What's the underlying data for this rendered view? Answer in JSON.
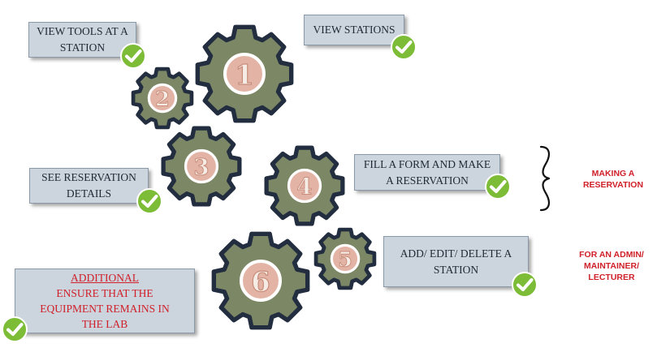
{
  "colors": {
    "gear_fill": "#7c8766",
    "gear_stroke": "#222d3f",
    "number_circle": "#e3b4a5",
    "number_text": "#f6ece6",
    "box_fill": "#ccd4dd",
    "check_fill": "#7cbc36",
    "accent_red": "#d0202a"
  },
  "gears": [
    {
      "number": "1",
      "icon": "gear-icon"
    },
    {
      "number": "2",
      "icon": "gear-icon"
    },
    {
      "number": "3",
      "icon": "gear-icon"
    },
    {
      "number": "4",
      "icon": "gear-icon"
    },
    {
      "number": "5",
      "icon": "gear-icon"
    },
    {
      "number": "6",
      "icon": "gear-icon"
    }
  ],
  "steps": {
    "view_tools": {
      "line1": "VIEW TOOLS AT A",
      "line2": "STATION"
    },
    "view_stations": {
      "line1": "VIEW STATIONS"
    },
    "see_reservation": {
      "line1": "SEE RESERVATION",
      "line2": "DETAILS"
    },
    "fill_form": {
      "line1": "FILL A FORM AND MAKE",
      "line2": "A RESERVATION"
    },
    "add_edit": {
      "line1": "ADD/ EDIT/ DELETE A",
      "line2": "STATION"
    },
    "additional": {
      "title": "ADDITIONAL",
      "line1": "ENSURE THAT THE",
      "line2": "EQUIPMENT REMAINS IN",
      "line3": "THE LAB"
    }
  },
  "side_labels": {
    "making_reservation": {
      "line1": "MAKING A",
      "line2": "RESERVATION"
    },
    "admin": {
      "line1": "FOR AN ADMIN/",
      "line2": "MAINTAINER/",
      "line3": "LECTURER"
    }
  },
  "icons": {
    "check": "checkmark-circle-icon",
    "brace": "curly-brace-icon"
  }
}
